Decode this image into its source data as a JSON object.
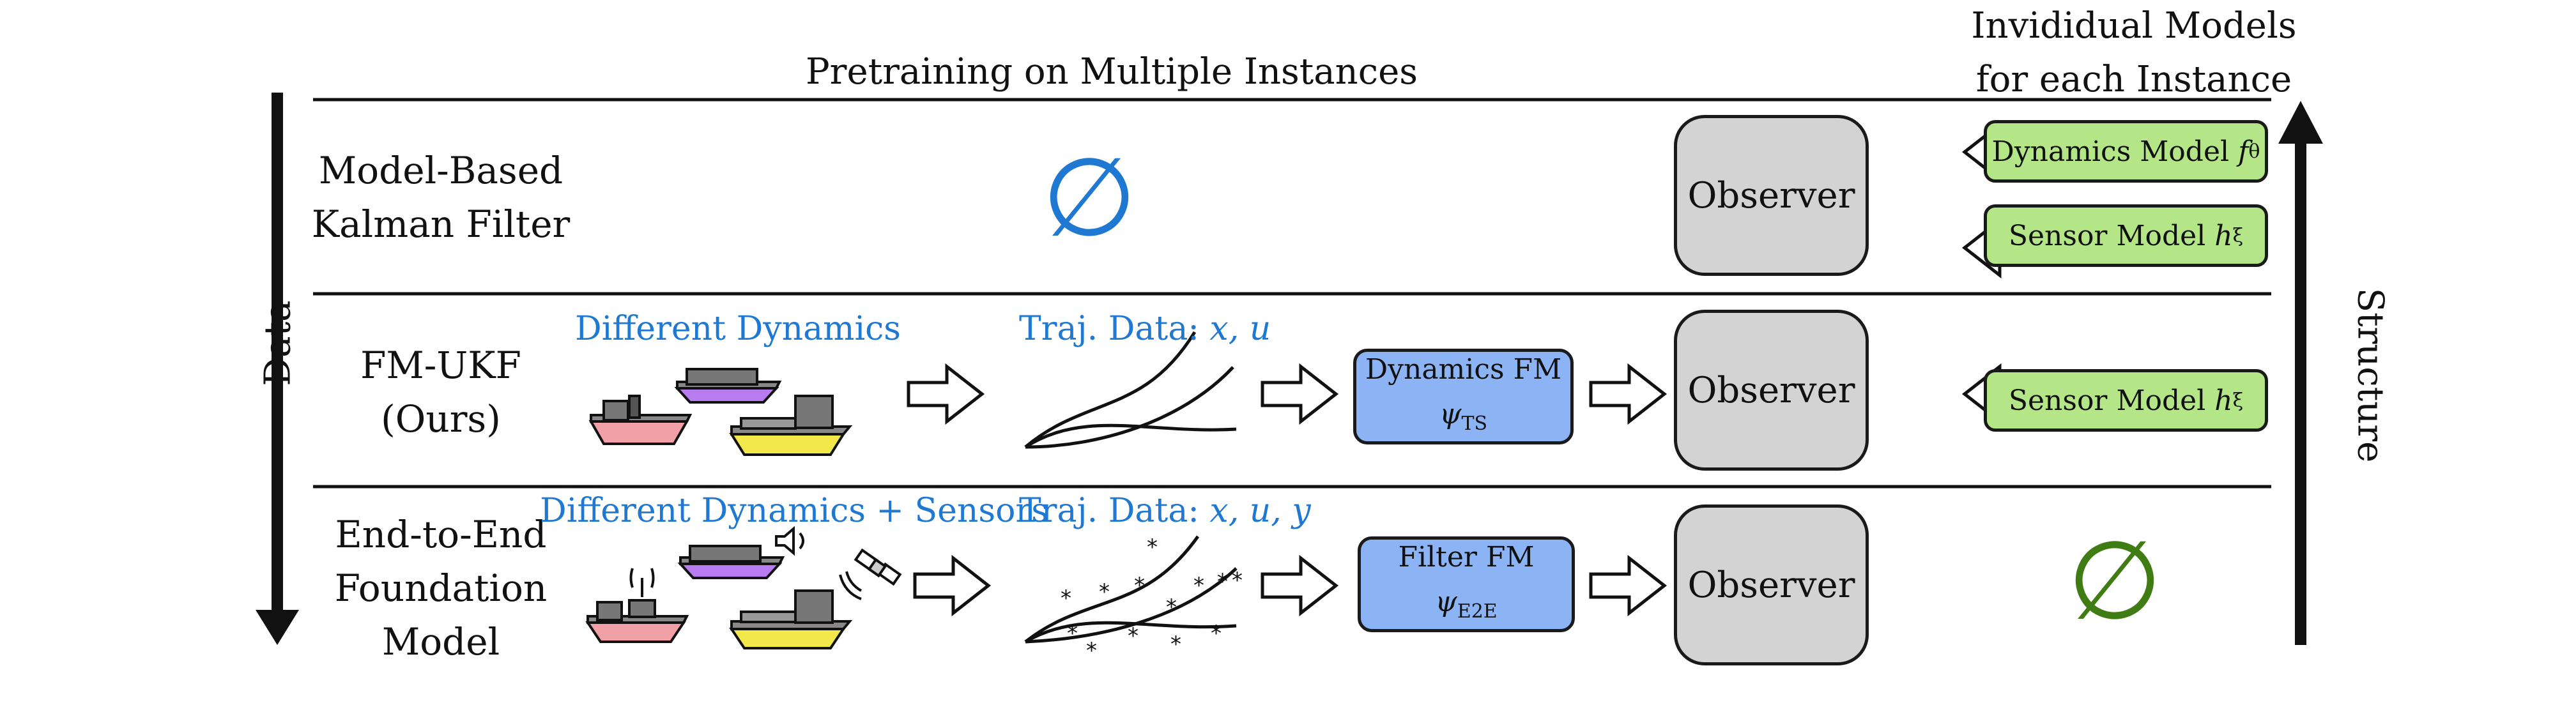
{
  "header": {
    "pretraining": "Pretraining on Multiple Instances",
    "individual_line1": "Invididual Models",
    "individual_line2": "for each Instance"
  },
  "axes": {
    "data": "Data",
    "structure": "Structure"
  },
  "rows": {
    "model_based": {
      "label_line1": "Model-Based",
      "label_line2": "Kalman Filter",
      "empty_set": "∅",
      "observer": "Observer",
      "dynamics_model": "Dynamics Model",
      "dynamics_symbol": "f",
      "dynamics_sub": "θ",
      "sensor_model": "Sensor Model",
      "sensor_symbol": "h",
      "sensor_sub": "ξ"
    },
    "fm_ukf": {
      "label_line1": "FM-UKF",
      "label_line2": "(Ours)",
      "caption_dynamics": "Different Dynamics",
      "caption_traj": "Traj. Data: ",
      "caption_traj_vars": "x, u",
      "fm_line1": "Dynamics FM",
      "fm_symbol": "ψ",
      "fm_sub": "TS",
      "observer": "Observer",
      "sensor_model": "Sensor Model",
      "sensor_symbol": "h",
      "sensor_sub": "ξ"
    },
    "e2e": {
      "label_line1": "End-to-End",
      "label_line2": "Foundation",
      "label_line3": "Model",
      "caption_dynamics": "Different Dynamics + Sensors",
      "caption_traj": "Traj. Data: ",
      "caption_traj_vars": "x, u, y",
      "fm_line1": "Filter FM",
      "fm_symbol": "ψ",
      "fm_sub": "E2E",
      "observer": "Observer",
      "empty_set": "∅"
    }
  },
  "colors": {
    "caption_blue": "#1f78d1",
    "empty_green": "#3f7d14",
    "observer_gray": "#d3d3d3",
    "model_green": "#b4e688",
    "fm_blue": "#8cb4f5"
  }
}
